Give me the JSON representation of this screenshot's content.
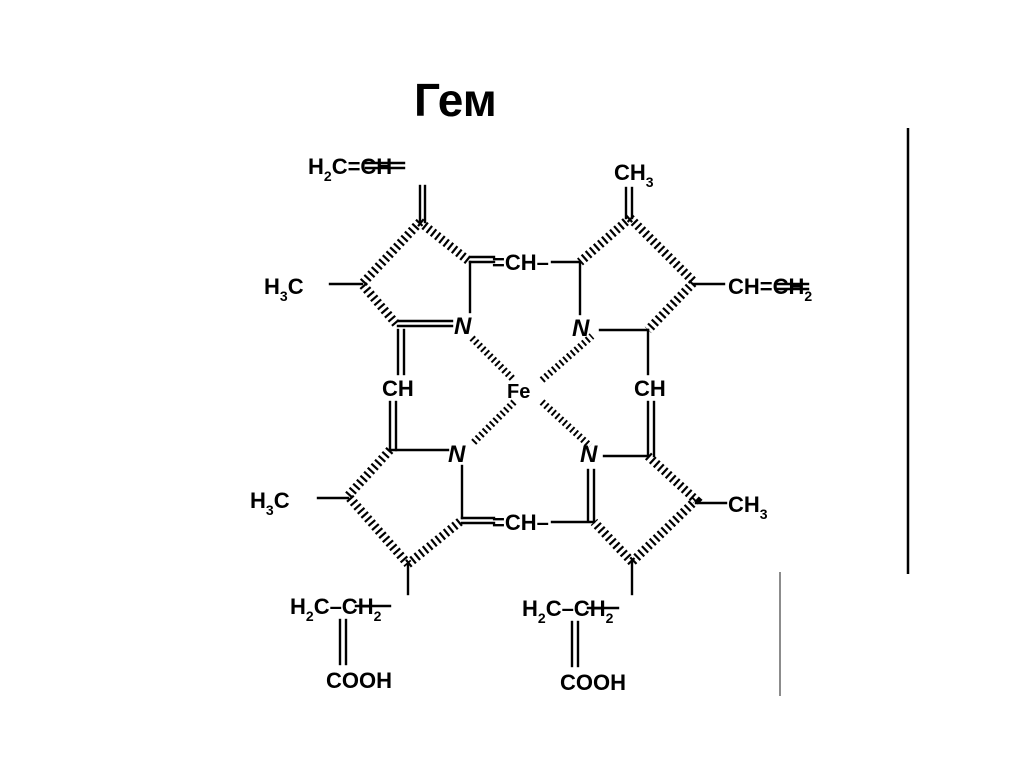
{
  "slide": {
    "title": "Гем"
  },
  "heme": {
    "center_atom": "Fe",
    "nitrogen": "N",
    "substituents": {
      "vinyl_top_left": {
        "main": "H",
        "sub": "2",
        "tail": "C=CH"
      },
      "methyl_top_right": {
        "main": "CH",
        "sub": "3"
      },
      "methyl_left": {
        "main": "H",
        "sub": "3",
        "tail": "C"
      },
      "vinyl_right": {
        "main": "CH=CH",
        "sub": "2"
      },
      "methyl_lower_left": {
        "main": "H",
        "sub": "3",
        "tail": "C"
      },
      "methyl_lower_right": {
        "main": "CH",
        "sub": "3"
      },
      "propionate_left_chain": {
        "main": "H",
        "sub": "2",
        "tail": "C–CH",
        "tail_sub": "2"
      },
      "propionate_right_chain": {
        "main": "H",
        "sub": "2",
        "tail": "C–CH",
        "tail_sub": "2"
      },
      "propionate_left_acid": "COOH",
      "propionate_right_acid": "COOH"
    },
    "methine_bridges": {
      "top": "=CH–",
      "left": "CH",
      "right": "CH",
      "bottom": "=CH–"
    }
  }
}
